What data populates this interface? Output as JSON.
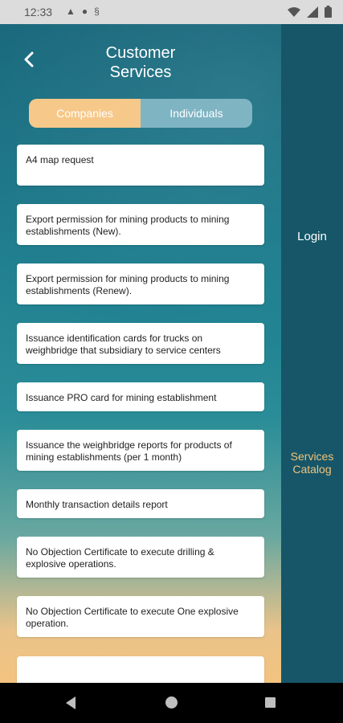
{
  "status_bar": {
    "time": "12:33"
  },
  "header": {
    "title_line1": "Customer",
    "title_line2": "Services"
  },
  "segment": {
    "companies_label": "Companies",
    "individuals_label": "Individuals",
    "active": "Companies"
  },
  "services": [
    "A4 map request",
    "Export permission for mining products to mining establishments (New).",
    "Export permission for mining products to mining establishments (Renew).",
    "Issuance  identification cards for trucks on weighbridge that subsidiary to service centers",
    "Issuance PRO card for mining establishment",
    "Issuance the weighbridge reports for products of mining establishments (per 1 month)",
    "Monthly transaction details report",
    "No Objection Certificate to execute drilling & explosive operations.",
    "No Objection Certificate to execute One explosive operation.",
    ""
  ],
  "side_menu": {
    "login": "Login",
    "catalog_line1": "Services",
    "catalog_line2": "Catalog"
  },
  "colors": {
    "accent": "#f6c889",
    "teal": "#165668",
    "inactive_tab": "#7fb4c3"
  }
}
